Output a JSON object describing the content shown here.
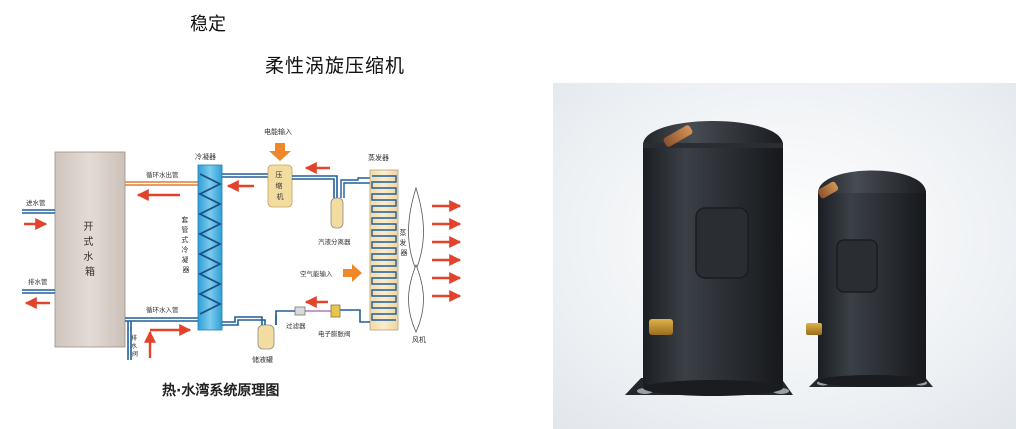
{
  "headings": {
    "line1": "稳定",
    "line2": "柔性涡旋压缩机"
  },
  "diagram": {
    "caption": "热·水湾系统原理图",
    "labels": {
      "water_tank": "开式水箱",
      "inlet_pipe": "进水管",
      "drain_pipe": "排水管",
      "circ_out": "循环水出管",
      "circ_in": "循环水入管",
      "drain_valve": "排水阀",
      "condenser": "冷凝器",
      "condenser_type": "套管式冷凝器",
      "power_input": "电能输入",
      "compressor": "压缩机",
      "separator": "汽液分离器",
      "evaporator": "蒸发器",
      "evaporator_side": "蒸发器",
      "air_input": "空气能输入",
      "fan": "风机",
      "filter": "过滤器",
      "exp_valve": "电子膨胀阀",
      "receiver": "储液罐"
    },
    "colors": {
      "tank_fill": "#d8cfc8",
      "condenser_fill": "#4bb2e2",
      "pipe_blue": "#1e5f97",
      "pipe_orange": "#e07a32",
      "arrow_red": "#e2432a",
      "compressor_fill": "#f3dca0",
      "power_arrow": "#f0882a"
    }
  },
  "photo": {
    "background": "#eef1f4",
    "compressor_body": "#2a2d31",
    "fitting_copper": "#b5733e",
    "fitting_brass": "#c9932c"
  }
}
